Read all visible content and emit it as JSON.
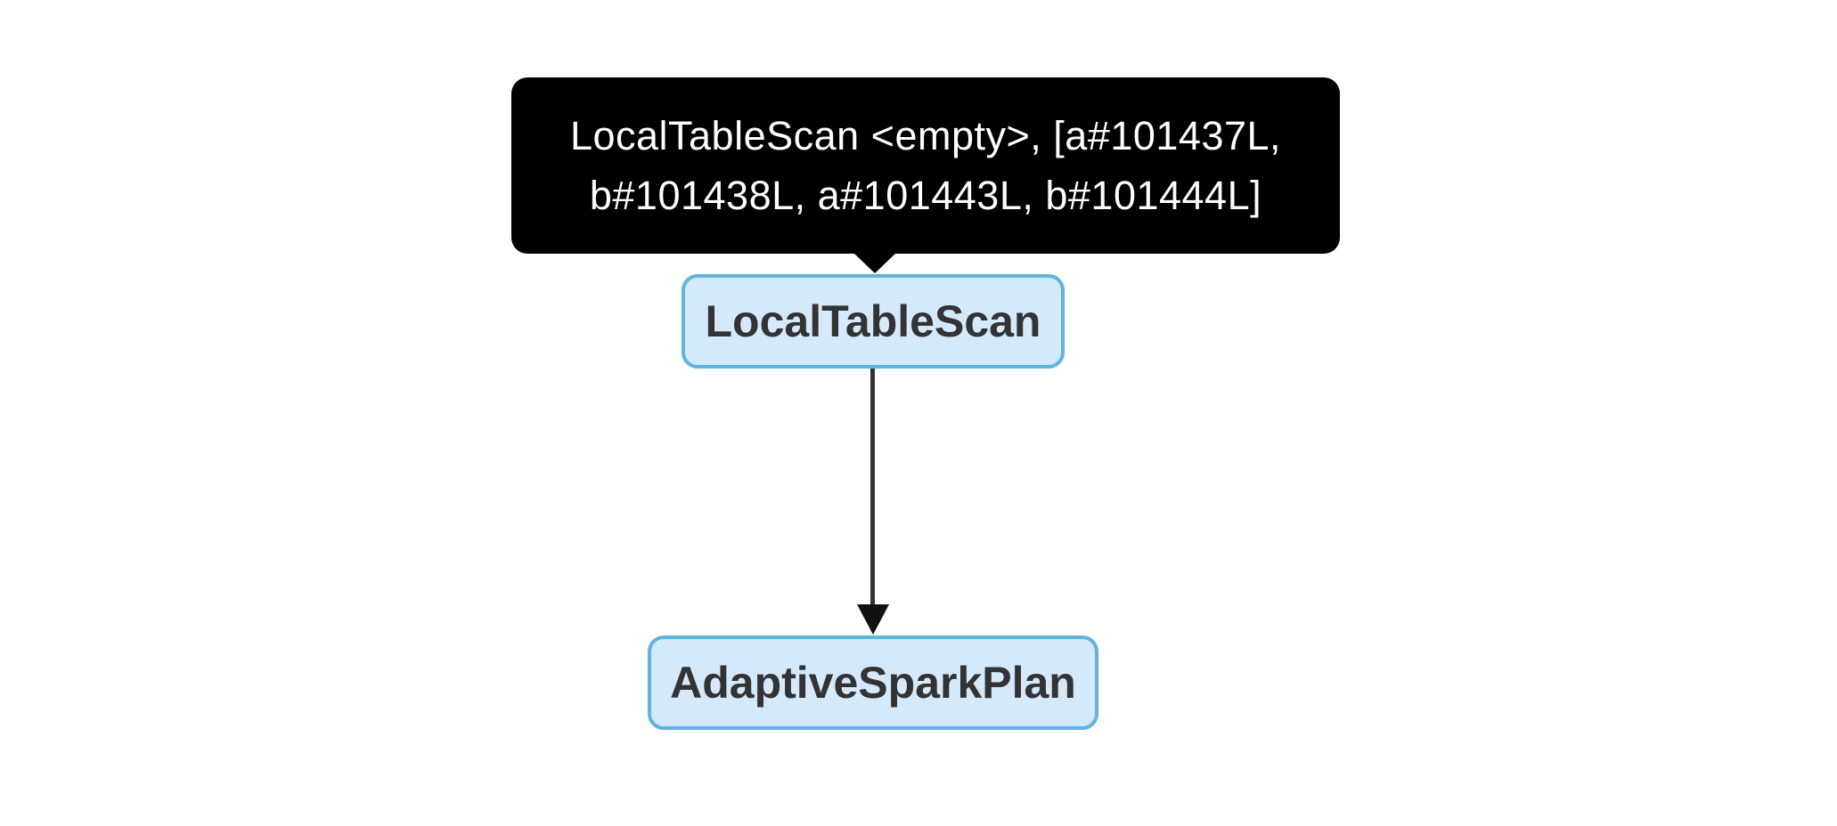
{
  "diagram": {
    "kind": "spark-sql-plan-dag",
    "tooltip": {
      "full_text": "LocalTableScan <empty>, [a#101437L, b#101438L, a#101443L, b#101444L]",
      "lines": [
        "LocalTableScan <empty>, [a#101437L,",
        "b#101438L, a#101443L, b#101444L]"
      ],
      "background_color": "#000000",
      "text_color": "#ffffff",
      "attached_to": "LocalTableScan"
    },
    "nodes": [
      {
        "id": "localtablescan",
        "label": "LocalTableScan"
      },
      {
        "id": "adaptivesparkplan",
        "label": "AdaptiveSparkPlan"
      }
    ],
    "edges": [
      {
        "from": "LocalTableScan",
        "to": "AdaptiveSparkPlan",
        "direction": "down"
      }
    ],
    "colors": {
      "node_fill": "#d4eafb",
      "node_border": "#5cb4e7",
      "node_text": "#333333",
      "edge": "#333333",
      "arrowhead": "#111111",
      "canvas_background": "#ffffff"
    }
  }
}
